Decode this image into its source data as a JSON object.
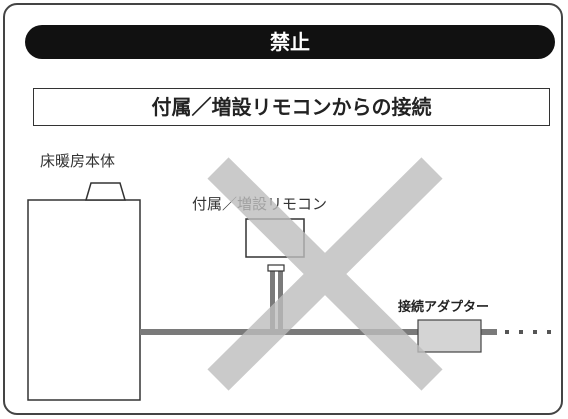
{
  "header": {
    "banner_text": "禁止"
  },
  "subtitle": {
    "text": "付属／増設リモコンからの接続"
  },
  "labels": {
    "main_unit": "床暖房本体",
    "remote": "付属／増設リモコン",
    "adapter": "接続アダプター"
  },
  "colors": {
    "banner_bg": "#111111",
    "pipe": "#7a7a7a",
    "cross": "#c8c8c8",
    "adapter_fill": "#d4d4d4"
  },
  "icons": [
    "prohibited-cross-icon"
  ]
}
